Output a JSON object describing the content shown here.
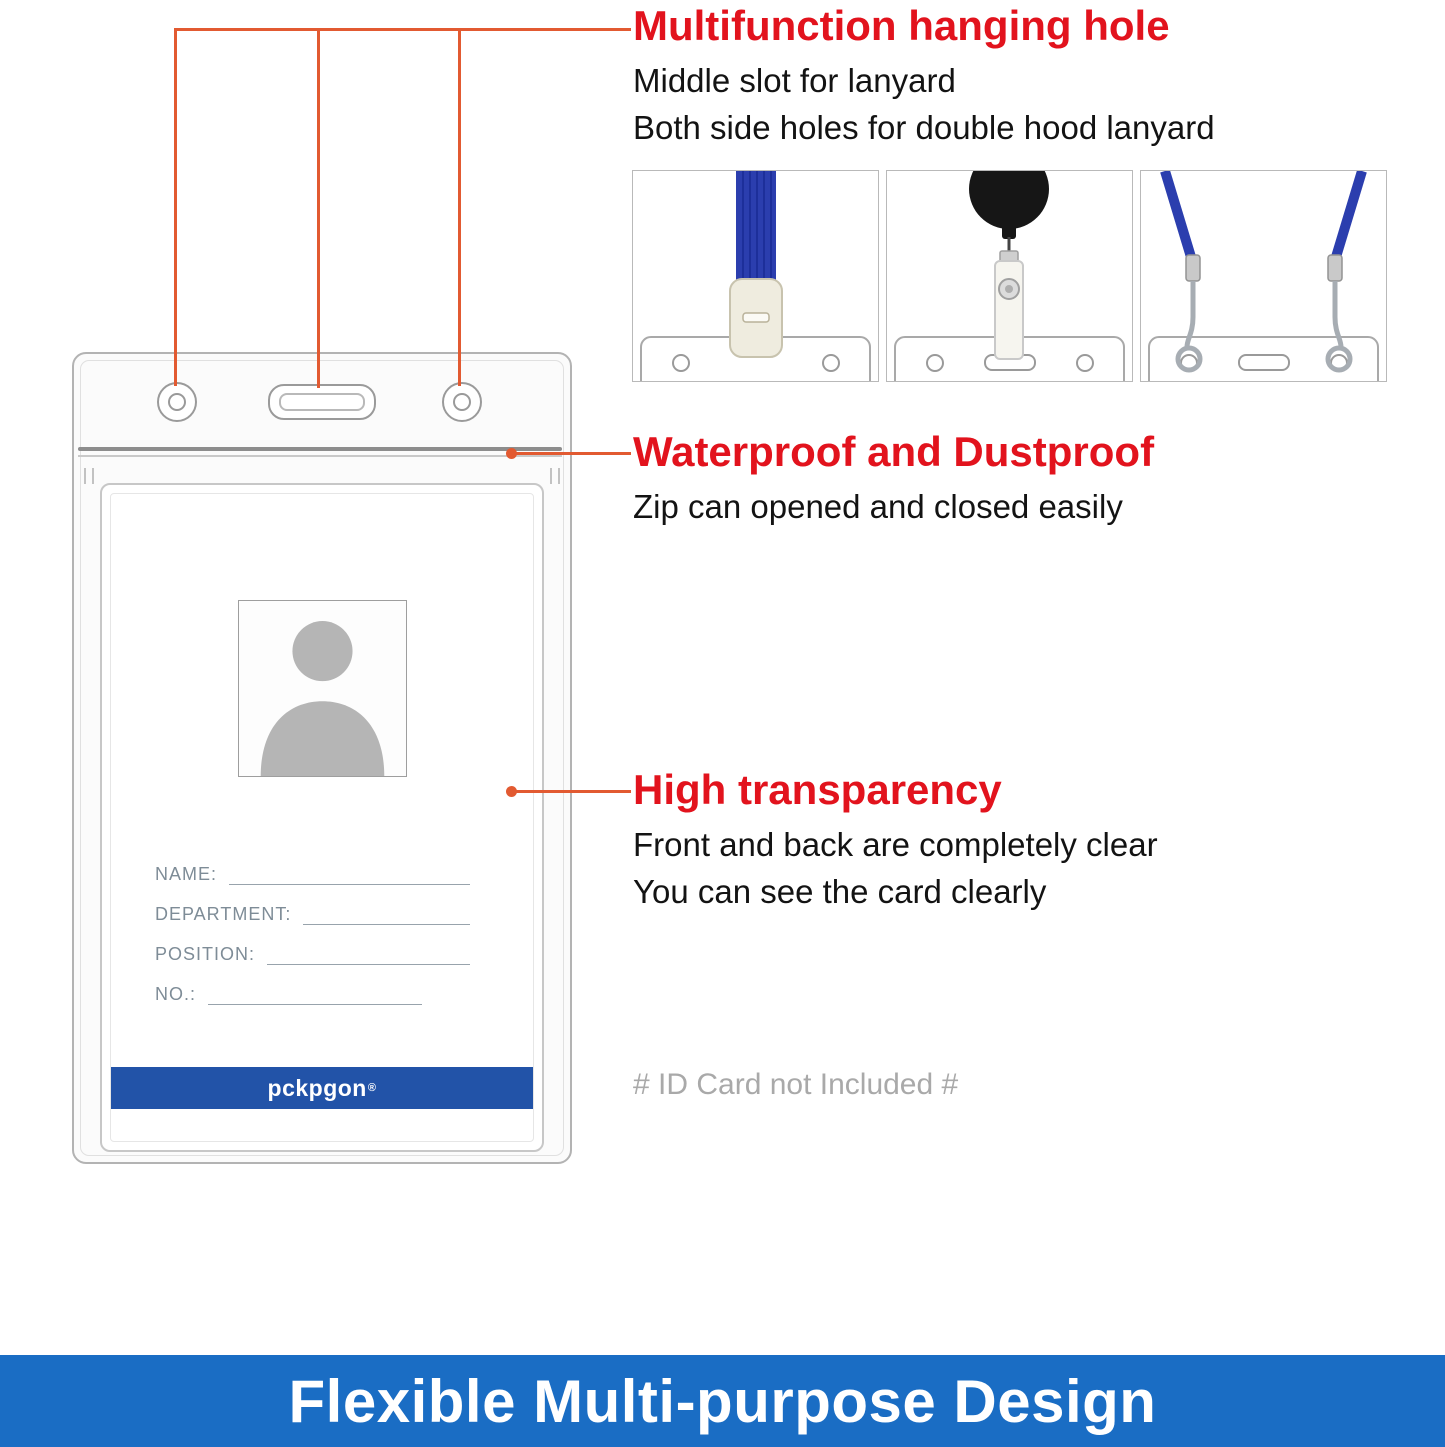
{
  "colors": {
    "heading_red": "#e2131d",
    "callout_orange": "#e25a31",
    "footer_blue": "#1a6dc4",
    "card_bar_blue": "#2253a8",
    "lanyard_blue": "#2b3eae"
  },
  "callouts": {
    "hanging_hole": {
      "title": "Multifunction hanging hole",
      "lines": [
        "Middle slot for lanyard",
        "Both side holes for double hood lanyard"
      ]
    },
    "waterproof": {
      "title": "Waterproof and Dustproof",
      "lines": [
        "Zip can opened and closed easily"
      ]
    },
    "transparency": {
      "title": "High transparency",
      "lines": [
        "Front and back are completely clear",
        "You can see the card clearly"
      ]
    }
  },
  "note": "# ID Card not Included #",
  "badge_card": {
    "fields": [
      {
        "label": "NAME:"
      },
      {
        "label": "DEPARTMENT:"
      },
      {
        "label": "POSITION:"
      },
      {
        "label": "NO.:"
      }
    ],
    "brand": "pckpgon",
    "brand_mark": "®"
  },
  "thumbnails": [
    {
      "name": "middle-slot-lanyard-clip"
    },
    {
      "name": "retractable-badge-reel"
    },
    {
      "name": "double-hood-lanyard-hooks"
    }
  ],
  "footer": {
    "title": "Flexible Multi-purpose Design"
  }
}
